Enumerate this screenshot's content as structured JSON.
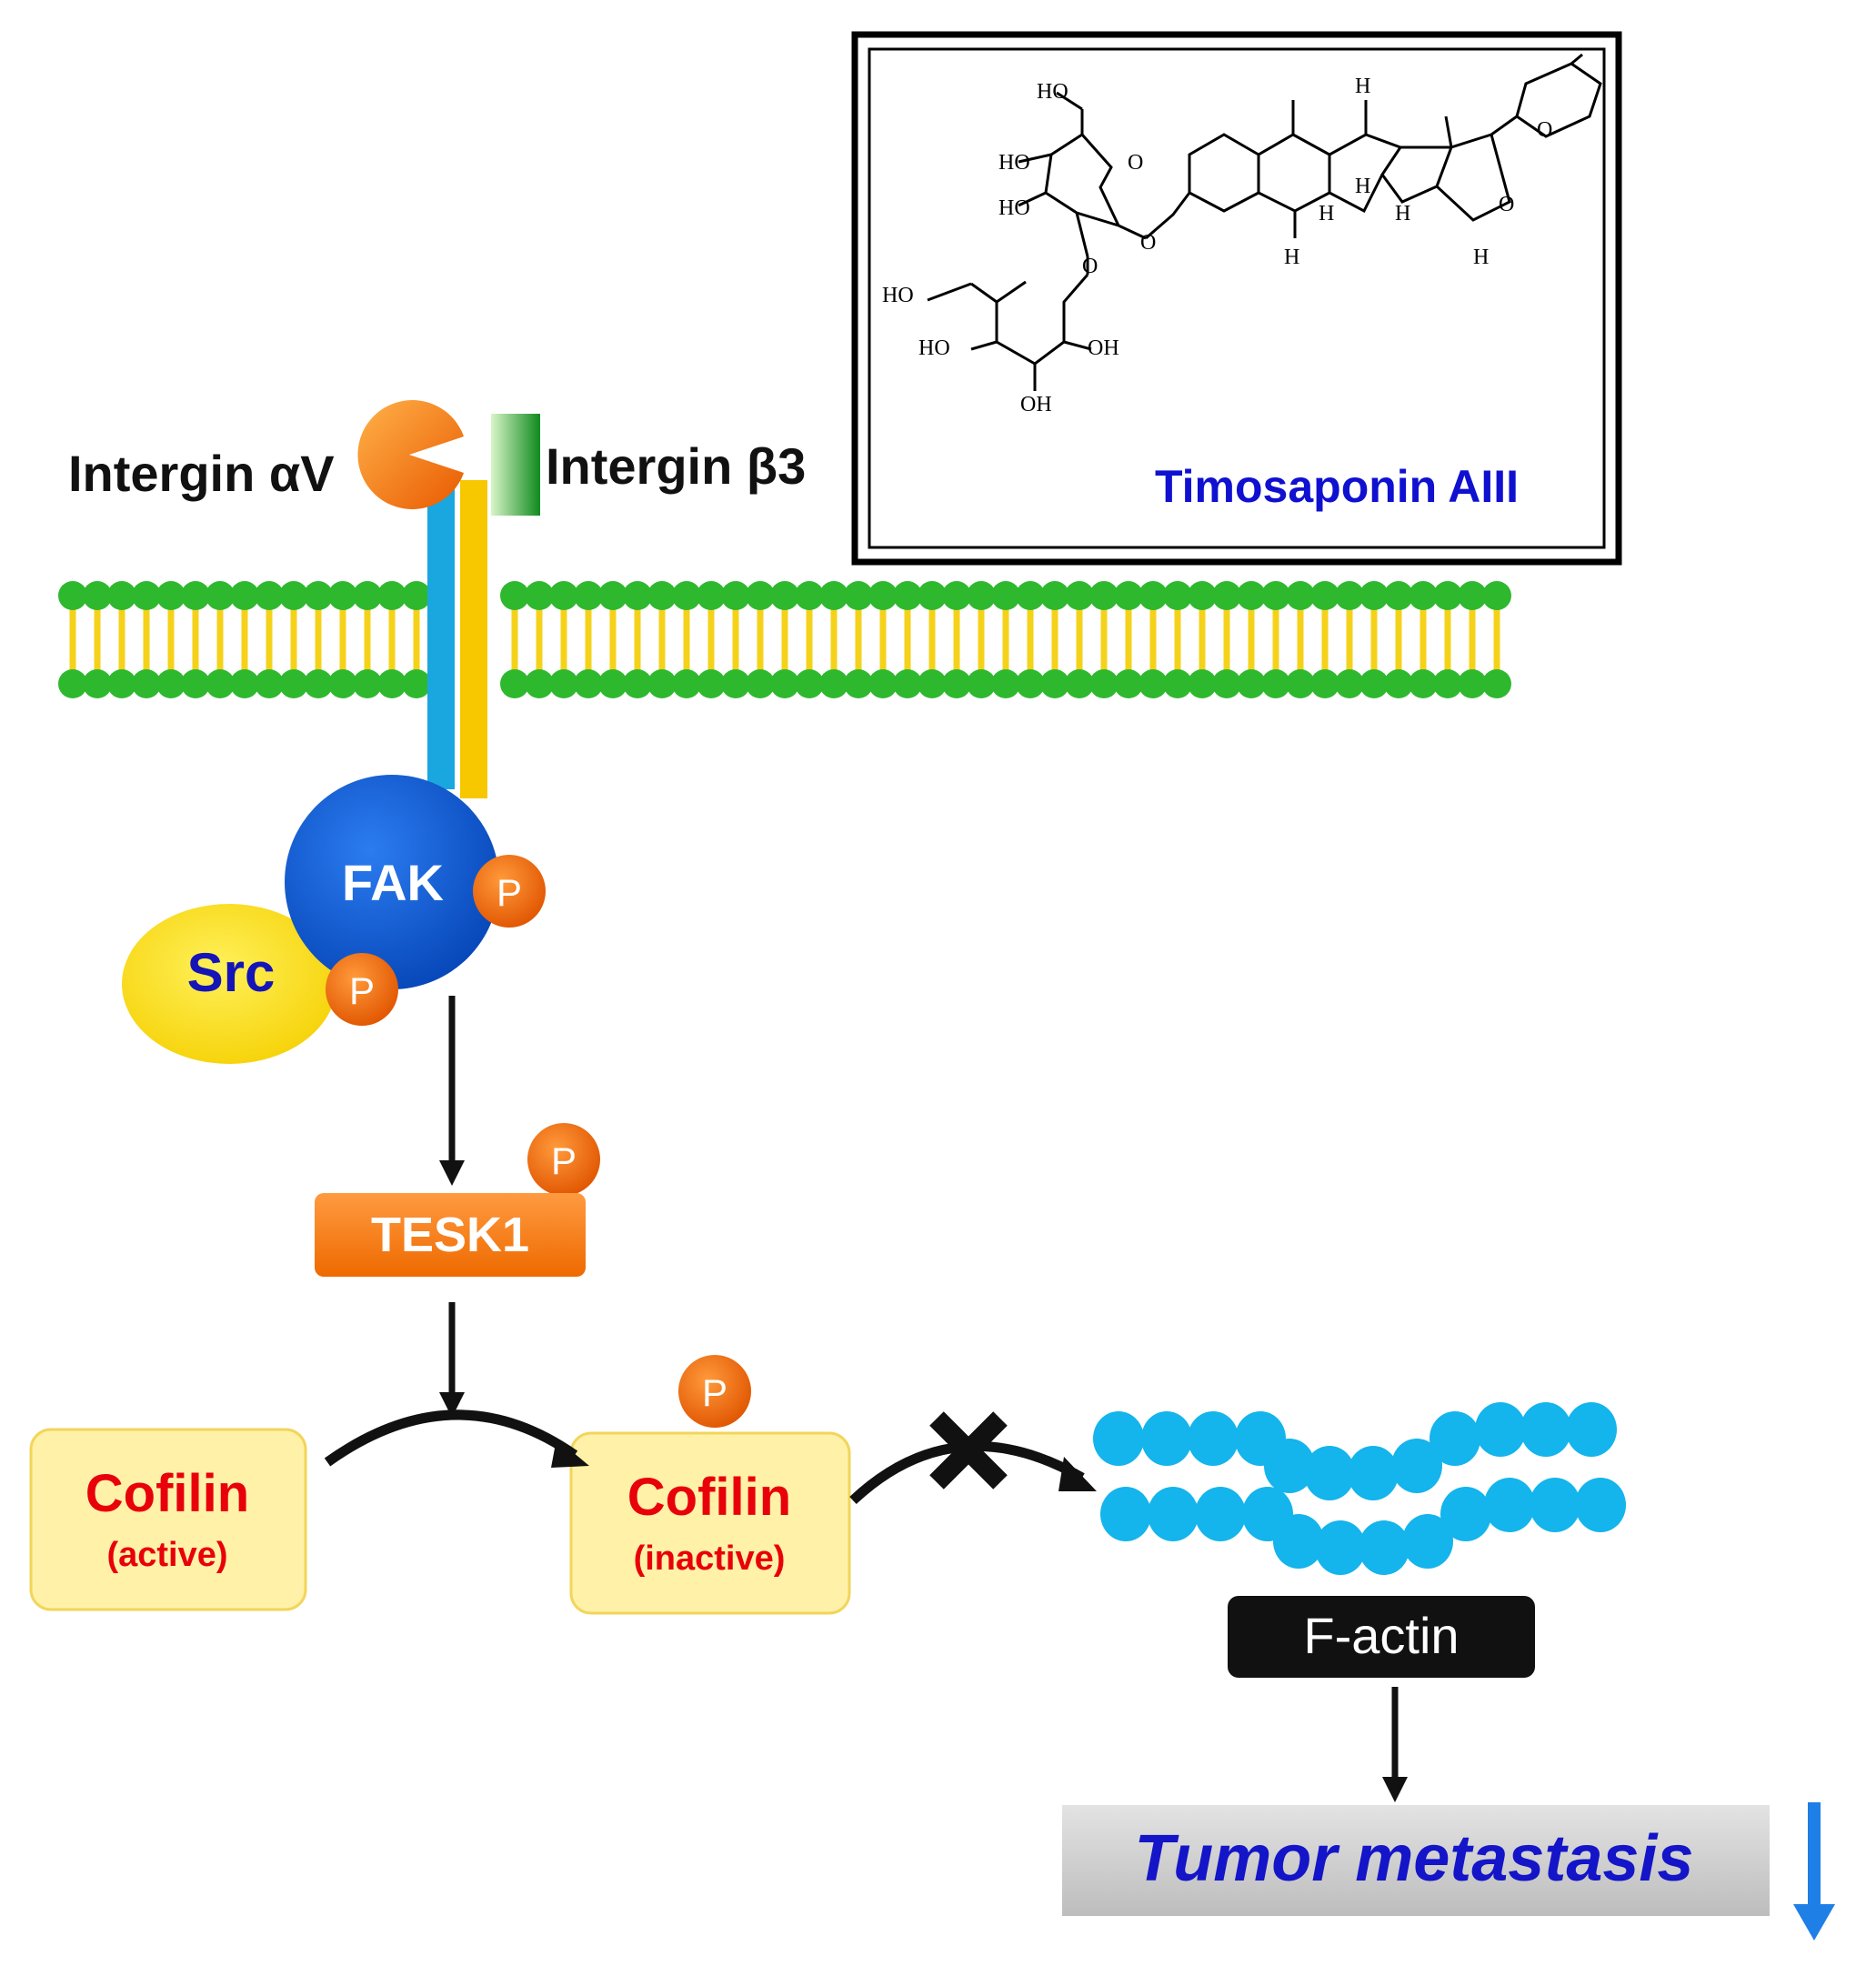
{
  "receptors": {
    "alpha_label": "Intergin αV",
    "beta_label": "Intergin β3"
  },
  "compound": {
    "name": "Timosaponin AIII",
    "atom_labels": [
      "HO",
      "HO",
      "HO",
      "O",
      "O",
      "O",
      "HO",
      "HO",
      "OH",
      "OH",
      "H",
      "H",
      "H",
      "H",
      "H",
      "O",
      "O",
      "H"
    ]
  },
  "nodes": {
    "fak": "FAK",
    "src": "Src",
    "tesk1": "TESK1",
    "phospho": "P",
    "cofilin_active": {
      "name": "Cofilin",
      "state": "(active)"
    },
    "cofilin_inactive": {
      "name": "Cofilin",
      "state": "(inactive)"
    },
    "factin": "F-actin",
    "outcome": "Tumor metastasis"
  },
  "colors": {
    "membrane_head": "#2eb82e",
    "membrane_tail": "#f5d21a",
    "integrin_blue": "#1aa7e0",
    "integrin_yellow": "#f7c800",
    "alpha_orange": "#f26d00",
    "beta_green": "#22a838",
    "fak_blue": "#0a5ad6",
    "src_yellow": "#ffe000",
    "phospho_orange": "#f26a00",
    "tesk1_orange": "#f47a10",
    "cofilin_box": "#fff1a8",
    "cofilin_text": "#e8000a",
    "actin_blue": "#14b4ec",
    "outcome_text": "#1414c8",
    "compound_label": "#1010d0",
    "down_arrow": "#1e7fe6"
  }
}
